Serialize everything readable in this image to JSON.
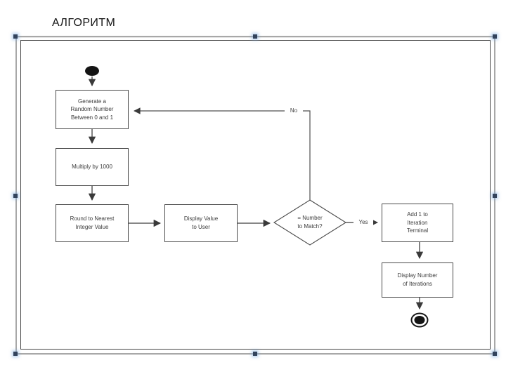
{
  "page": {
    "title": "АЛГОРИТМ",
    "background": "#ffffff"
  },
  "diagram": {
    "type": "flowchart",
    "description": "Random number guessing loop flowchart on a selected slide object",
    "nodes": [
      {
        "id": "start",
        "shape": "terminal-start",
        "label": ""
      },
      {
        "id": "generate",
        "shape": "process",
        "label": "Generate a\nRandom Number\nBetween 0 and 1"
      },
      {
        "id": "multiply",
        "shape": "process",
        "label": "Multiply by 1000"
      },
      {
        "id": "round",
        "shape": "process",
        "label": "Round to Nearest\nInteger Value"
      },
      {
        "id": "display-value",
        "shape": "process",
        "label": "Display Value\nto User"
      },
      {
        "id": "match",
        "shape": "decision",
        "label": "= Number\nto Match?"
      },
      {
        "id": "add-iteration",
        "shape": "process",
        "label": "Add 1 to\nIteration\nTerminal"
      },
      {
        "id": "display-iterations",
        "shape": "process",
        "label": "Display Number\nof Iterations"
      },
      {
        "id": "end",
        "shape": "terminal-end",
        "label": ""
      }
    ],
    "edges": [
      {
        "from": "start",
        "to": "generate",
        "label": ""
      },
      {
        "from": "generate",
        "to": "multiply",
        "label": ""
      },
      {
        "from": "multiply",
        "to": "round",
        "label": ""
      },
      {
        "from": "round",
        "to": "display-value",
        "label": ""
      },
      {
        "from": "display-value",
        "to": "match",
        "label": ""
      },
      {
        "from": "match",
        "to": "add-iteration",
        "label": "Yes"
      },
      {
        "from": "match",
        "to": "generate",
        "label": "No"
      },
      {
        "from": "add-iteration",
        "to": "display-iterations",
        "label": ""
      },
      {
        "from": "display-iterations",
        "to": "end",
        "label": ""
      }
    ],
    "colors": {
      "line": "#3f3f3f",
      "box_border": "#4a4a4a",
      "text": "#3b3b3b",
      "terminal_fill": "#141414",
      "selection_frame": "#a8a8a8",
      "selection_handle": "#33435c"
    }
  }
}
